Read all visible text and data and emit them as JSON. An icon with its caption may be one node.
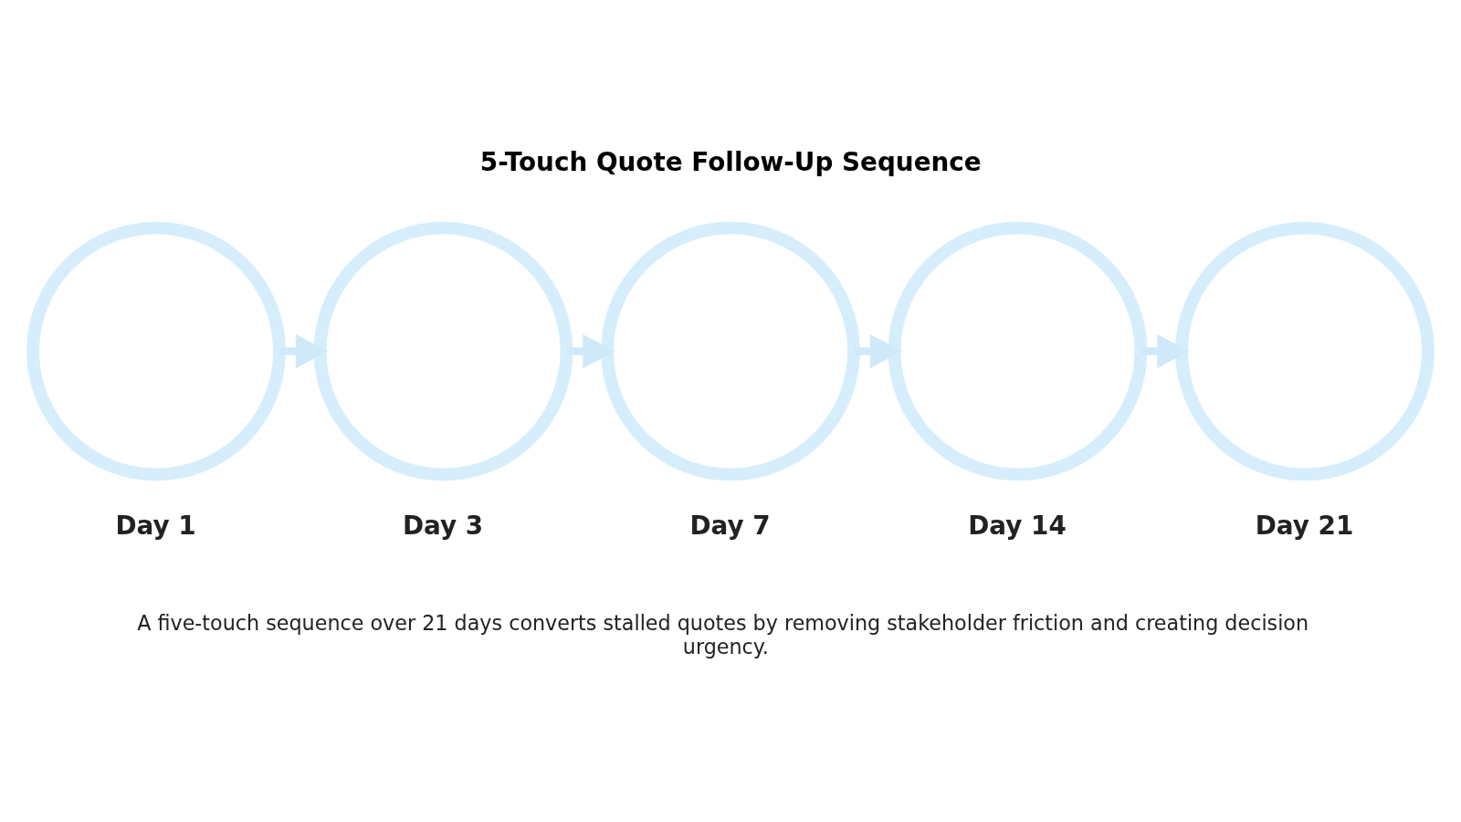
{
  "diagram": {
    "title": "5-Touch Quote Follow-Up Sequence",
    "caption": "A five-touch sequence over 21 days converts stalled quotes by removing stakeholder friction and creating decision urgency.",
    "nodes": [
      {
        "text": [],
        "shape": "circle",
        "beside": [
          "Day 1"
        ]
      },
      {
        "text": [],
        "shape": "circle",
        "beside": [
          "Day 3"
        ]
      },
      {
        "text": [],
        "shape": "circle",
        "beside": [
          "Day 7"
        ]
      },
      {
        "text": [],
        "shape": "circle",
        "beside": [
          "Day 14"
        ]
      },
      {
        "text": [],
        "shape": "circle",
        "beside": [
          "Day 21"
        ]
      }
    ],
    "edges": [
      {
        "from": 0,
        "to": 1,
        "arrow": "to"
      },
      {
        "from": 1,
        "to": 2,
        "arrow": "to"
      },
      {
        "from": 2,
        "to": 3,
        "arrow": "to"
      },
      {
        "from": 3,
        "to": 4,
        "arrow": "to"
      }
    ]
  }
}
